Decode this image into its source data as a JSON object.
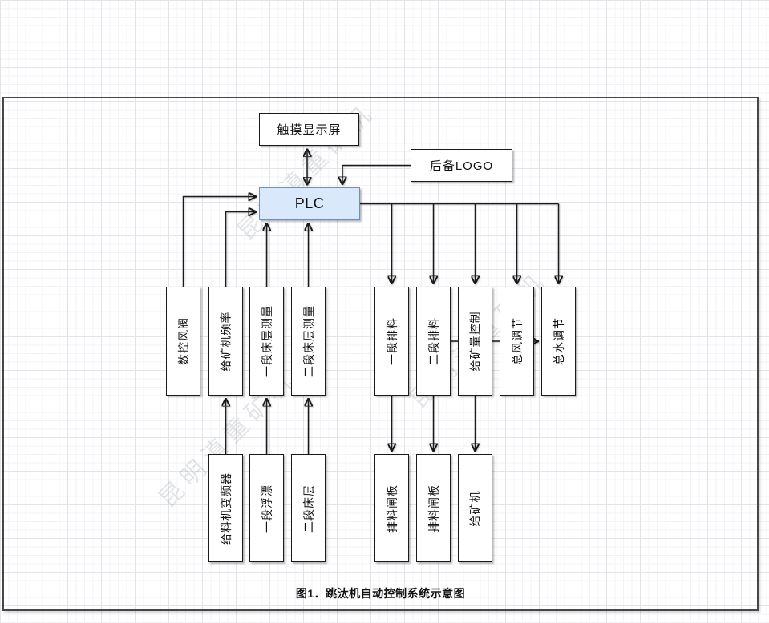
{
  "diagram": {
    "nodes": {
      "touchscreen": "触摸显示屏",
      "backup_logo": "后备LOGO",
      "plc": "PLC"
    },
    "upper_left_column": [
      "数控风阀",
      "给矿机频率",
      "一段床层测量",
      "二段床层测量"
    ],
    "upper_right_column": [
      "一段排料",
      "二段排料",
      "给矿量控制",
      "总风调节",
      "总水调节"
    ],
    "lower_left_column": [
      "给料机变频器",
      "一段浮漂",
      "二段床层"
    ],
    "lower_right_column": [
      "排料闸板",
      "排料闸板",
      "给矿机"
    ],
    "caption": "图1．跳汰机自动控制系统示意图",
    "watermark": "昆明滇重矿机",
    "colors": {
      "plc_fill": "#dae8fc",
      "plc_border": "#6c8ebf",
      "box_fill": "#ffffff",
      "box_border": "#1a1a1a",
      "connector": "#1a1a1a",
      "frame_border": "#474747"
    }
  }
}
